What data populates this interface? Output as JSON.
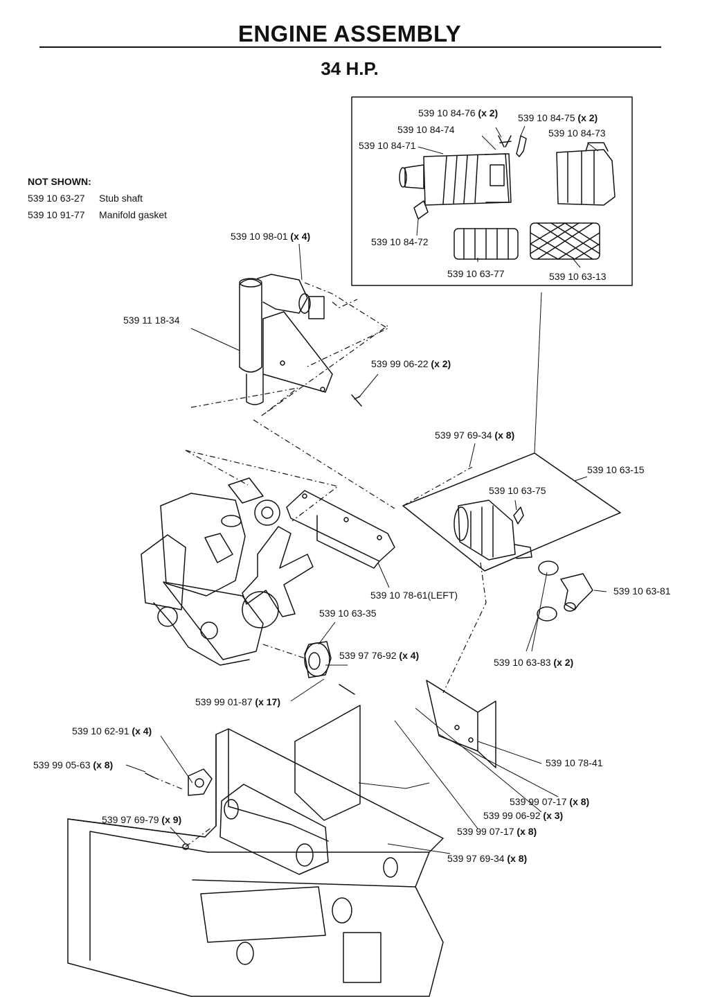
{
  "title": "ENGINE ASSEMBLY",
  "subtitle": "34 H.P.",
  "not_shown": {
    "header": "NOT SHOWN:",
    "items": [
      {
        "part": "539 10 63-27",
        "desc": "Stub shaft"
      },
      {
        "part": "539 10 91-77",
        "desc": "Manifold gasket"
      }
    ]
  },
  "callouts": [
    {
      "id": "c01",
      "part": "539 10 84-76",
      "qty": "(x 2)"
    },
    {
      "id": "c02",
      "part": "539 10 84-75",
      "qty": "(x 2)"
    },
    {
      "id": "c03",
      "part": "539 10 84-74",
      "qty": ""
    },
    {
      "id": "c04",
      "part": "539 10 84-73",
      "qty": ""
    },
    {
      "id": "c05",
      "part": "539 10 84-71",
      "qty": ""
    },
    {
      "id": "c06",
      "part": "539 10 84-72",
      "qty": ""
    },
    {
      "id": "c07",
      "part": "539 10 63-77",
      "qty": ""
    },
    {
      "id": "c08",
      "part": "539 10 63-13",
      "qty": ""
    },
    {
      "id": "c09",
      "part": "539 10 98-01",
      "qty": "(x 4)"
    },
    {
      "id": "c10",
      "part": "539 11 18-34",
      "qty": ""
    },
    {
      "id": "c11",
      "part": "539 99 06-22",
      "qty": "(x 2)"
    },
    {
      "id": "c12",
      "part": "539 97 69-34",
      "qty": "(x 8)"
    },
    {
      "id": "c13",
      "part": "539 10 63-15",
      "qty": ""
    },
    {
      "id": "c14",
      "part": "539 10 63-75",
      "qty": ""
    },
    {
      "id": "c15",
      "part": "539 10 78-61(LEFT)",
      "qty": ""
    },
    {
      "id": "c16",
      "part": "539 10 63-81",
      "qty": ""
    },
    {
      "id": "c17",
      "part": "539 10 63-35",
      "qty": ""
    },
    {
      "id": "c18",
      "part": "539 97 76-92",
      "qty": "(x 4)"
    },
    {
      "id": "c19",
      "part": "539 10 63-83",
      "qty": "(x 2)"
    },
    {
      "id": "c20",
      "part": "539 99 01-87",
      "qty": "(x 17)"
    },
    {
      "id": "c21",
      "part": "539 10 62-91",
      "qty": "(x 4)"
    },
    {
      "id": "c22",
      "part": "539 99 05-63",
      "qty": "(x 8)"
    },
    {
      "id": "c23",
      "part": "539 10 78-41",
      "qty": ""
    },
    {
      "id": "c24",
      "part": "539 99 07-17",
      "qty": "(x 8)"
    },
    {
      "id": "c25",
      "part": "539 99 06-92",
      "qty": "(x 3)"
    },
    {
      "id": "c26",
      "part": "539 97 69-79",
      "qty": "(x 9)"
    },
    {
      "id": "c27",
      "part": "539 99 07-17",
      "qty": "(x 8)"
    },
    {
      "id": "c28",
      "part": "539 97 69-34",
      "qty": "(x 8)"
    }
  ]
}
